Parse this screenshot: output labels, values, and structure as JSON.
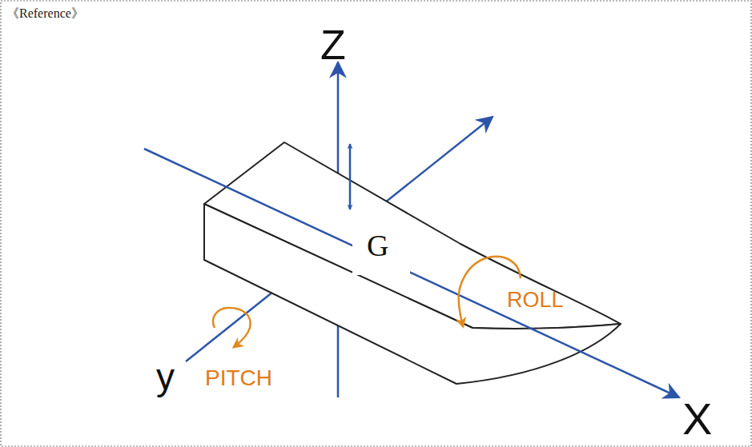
{
  "diagram": {
    "labels": [
      "《Reference》",
      "Z",
      "G",
      "y",
      "PITCH",
      "ROLL",
      "X"
    ]
  }
}
